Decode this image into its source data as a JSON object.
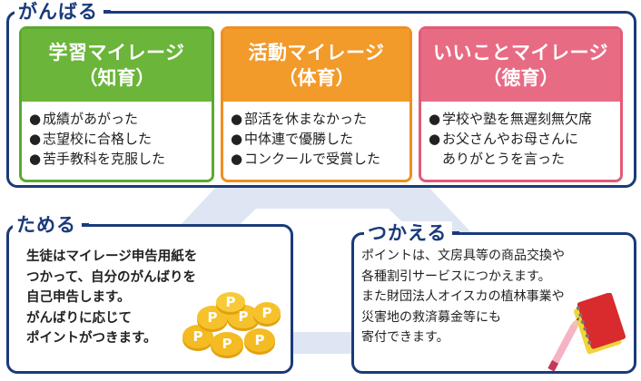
{
  "ganbaru": {
    "title": "がんばる",
    "cards": [
      {
        "title": "学習マイレージ",
        "subtitle": "（知育）",
        "color": "#6bb53a",
        "items": [
          "成績があがった",
          "志望校に合格した",
          "苦手教科を克服した"
        ]
      },
      {
        "title": "活動マイレージ",
        "subtitle": "（体育）",
        "color": "#f29a2a",
        "items": [
          "部活を休まなかった",
          "中体連で優勝した",
          "コンクールで受賞した"
        ]
      },
      {
        "title": "いいことマイレージ",
        "subtitle": "（徳育）",
        "color": "#e86b84",
        "items": [
          "学校や塾を無遅刻無欠席",
          "お父さんやお母さんに",
          "ありがとうを言った"
        ]
      }
    ],
    "bullet": "●"
  },
  "tameru": {
    "title": "ためる",
    "lines": [
      "生徒はマイレージ申告用紙を",
      "つかって、自分のがんばりを",
      "自己申告します。",
      "がんばりに応じて",
      "ポイントがつきます。"
    ],
    "coin_letter": "P"
  },
  "tsukaeru": {
    "title": "つかえる",
    "lines": [
      "ポイントは、文房具等の商品交換や",
      "各種割引サービスにつかえます。",
      "また財団法人オイスカの植林事業や",
      "災害地の救済募金等にも",
      "寄付できます。"
    ]
  },
  "colors": {
    "navy": "#1a3a7a",
    "cycle_bg": "#dde6f2",
    "coin": "#f2b418"
  }
}
